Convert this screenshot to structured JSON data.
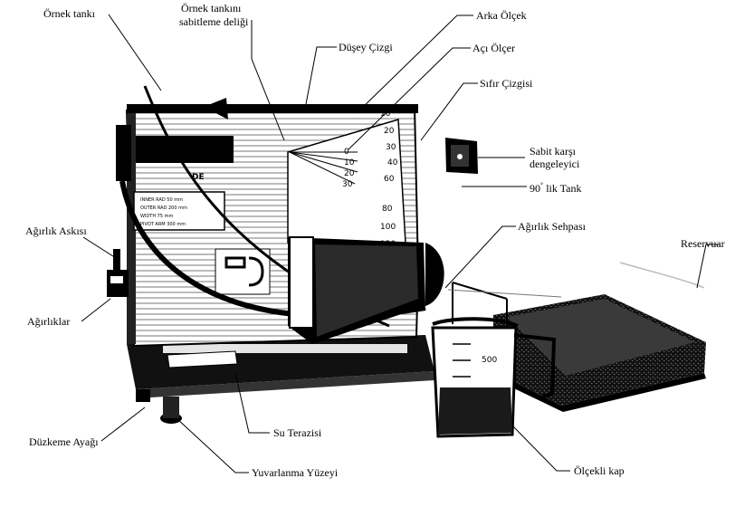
{
  "labels": {
    "sample_tank": "Örnek tankı",
    "sample_tank_fixing_hole_line1": "Örnek tankını",
    "sample_tank_fixing_hole_line2": "sabitleme deliği",
    "vertical_line": "Düşey Çizgi",
    "back_scale": "Arka Ölçek",
    "angle_gauge": "Açı Ölçer",
    "zero_line": "Sıfır Çizgisi",
    "fixed_counterbalance_line1": "Sabit karşı",
    "fixed_counterbalance_line2": "dengeleyici",
    "tank_90_prefix": "90",
    "tank_90_suffix": " lik Tank",
    "weight_hanger": "Ağırlık Askısı",
    "weight_stand": "Ağırlık Sehpası",
    "reservoir": "Reservuar",
    "weights": "Ağırlıklar",
    "leveling_foot": "Düzkeme Ayağı",
    "water_level": "Su Terazisi",
    "rolling_surface": "Yuvarlanma Yüzeyi",
    "graduated_cup": "Ölçekli kap"
  },
  "device": {
    "spec_plate": [
      "INNER RAD 50 mm",
      "OUTER RAD 200 mm",
      "WIDTH 75 mm",
      "PIVOT ARM 300 mm"
    ],
    "angle_ticks": [
      "0",
      "10",
      "20",
      "30"
    ],
    "back_scale_ticks": [
      "10",
      "20",
      "30",
      "40",
      "60",
      "80",
      "100",
      "120"
    ],
    "panel_mark": "DE",
    "beaker_mark": "500"
  },
  "colors": {
    "ink": "#000000",
    "paper": "#ffffff",
    "panel_gray": "#d8d8d8",
    "water_dark": "#2a2a2a"
  }
}
